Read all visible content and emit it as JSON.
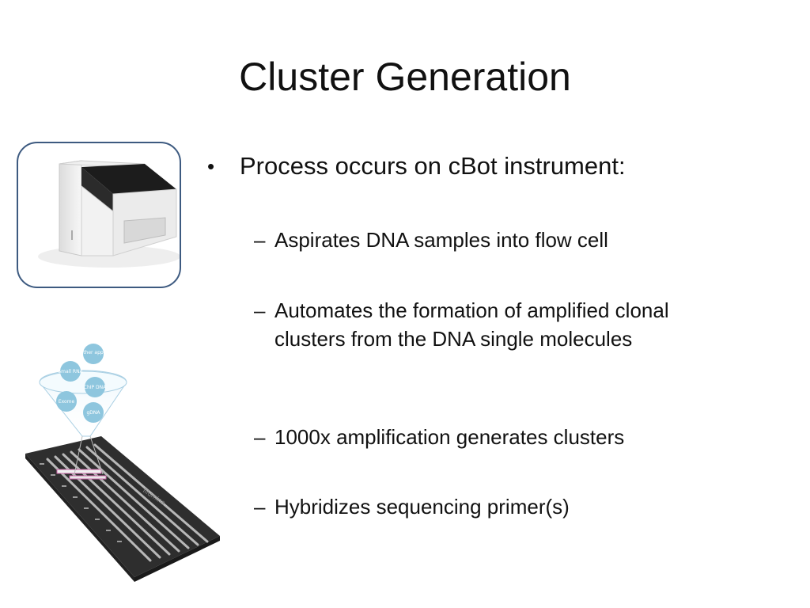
{
  "slide": {
    "title": "Cluster Generation",
    "bullet": "Process occurs on cBot instrument:",
    "sub_bullets": [
      "Aspirates DNA samples into flow cell",
      "Automates the formation of amplified clonal clusters from the DNA single molecules",
      "1000x amplification generates clusters",
      "Hybridizes sequencing primer(s)"
    ]
  },
  "figure": {
    "circles": [
      "Other app's",
      "Small RNA",
      "ChIP DNA",
      "Exome",
      "gDNA"
    ],
    "flowcell_label": "Illumina"
  }
}
